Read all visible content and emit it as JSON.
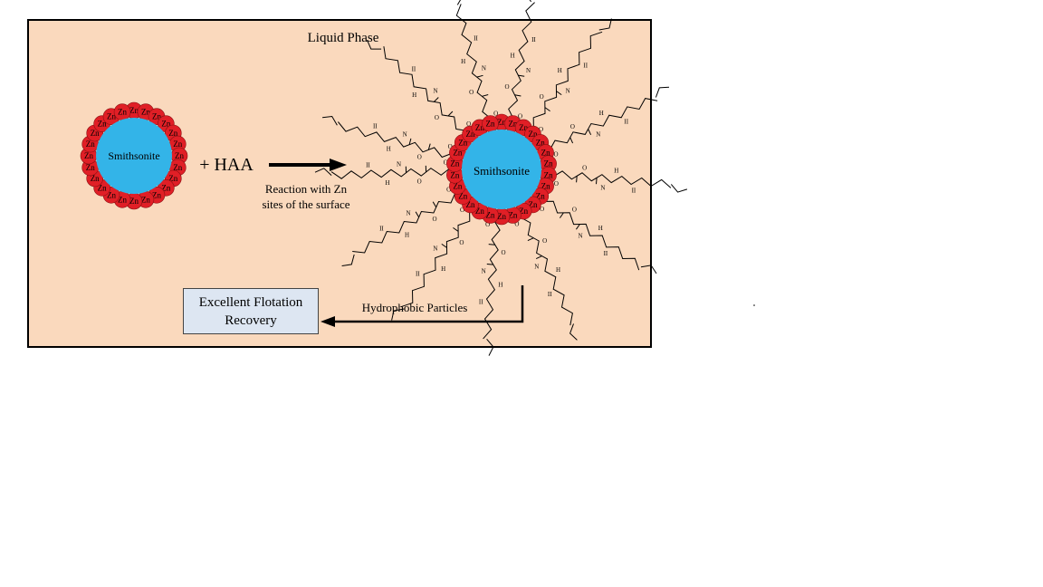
{
  "title": "Liquid Phase",
  "particle_label": "Smithsonite",
  "site_label": "Zn",
  "reagent_label": "+ HAA",
  "reaction_line1": "Reaction with Zn",
  "reaction_line2": "sites of the surface",
  "hydrophobic_label": "Hydrophobic Particles",
  "outcome_line1": "Excellent Flotation",
  "outcome_line2": "Recovery",
  "atoms": {
    "oxygen": "O",
    "nitrogen": "N",
    "hydrogen": "H",
    "double_bond": "II"
  },
  "colors": {
    "background": "#fad9bd",
    "particle": "#33b4e8",
    "zn_site": "#e01f26",
    "bond": "#7a2f8f",
    "box_fill": "#dde6f2"
  }
}
